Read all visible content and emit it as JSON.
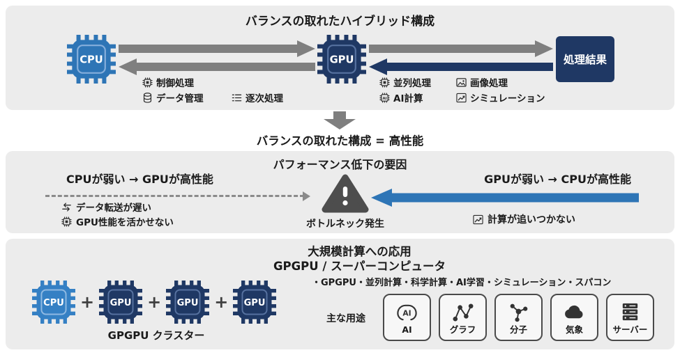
{
  "colors": {
    "panel_bg": "#ececec",
    "cpu_blue": "#2e75b6",
    "gpu_navy": "#1f3864",
    "arrow_gray": "#7f7f7f",
    "arrow_blue": "#2e75b6",
    "warning_gray": "#4d4d4d",
    "text": "#1a1a1a"
  },
  "hybrid_panel": {
    "title": "バランスの取れたハイブリッド構成",
    "cpu_chip": "CPU",
    "gpu_chip": "GPU",
    "result_box": "処理結果",
    "cpu_tasks": [
      {
        "icon": "chip-icon",
        "label": "制御処理"
      },
      {
        "icon": "database-icon",
        "label": "データ管理"
      },
      {
        "icon": "list-icon",
        "label": "逐次処理"
      }
    ],
    "gpu_tasks": [
      {
        "icon": "chip-icon",
        "label": "並列処理"
      },
      {
        "icon": "image-icon",
        "label": "画像処理"
      },
      {
        "icon": "ai-chip-icon",
        "label": "AI計算",
        "icon_text": "AI"
      },
      {
        "icon": "chart-icon",
        "label": "シミュレーション"
      }
    ]
  },
  "connector": {
    "caption": "バランスの取れた構成 = 高性能"
  },
  "bottleneck_panel": {
    "title": "パフォーマンス低下の要因",
    "left_heading": "CPUが弱い → GPUが高性能",
    "right_heading": "GPUが弱い → CPUが高性能",
    "warning_mark": "!",
    "bottleneck_label": "ボトルネック発生",
    "left_notes": [
      {
        "icon": "swap-icon",
        "label": "データ転送が遅い"
      },
      {
        "icon": "chip-icon",
        "label": "GPU性能を活かせない"
      }
    ],
    "right_notes": [
      {
        "icon": "chart-icon",
        "label": "計算が追いつかない"
      }
    ]
  },
  "hpc_panel": {
    "title_line1": "大規模計算への応用",
    "title_line2": "GPGPU / スーパーコンピュータ",
    "bullet_line": "・GPGPU・並列計算・科学計算・AI学習・シミュレーション・スパコン",
    "plus_sign": "+",
    "cluster_chips": [
      "CPU",
      "GPU",
      "GPU",
      "GPU"
    ],
    "cluster_label": "GPGPU クラスター",
    "usage_label": "主な用途",
    "usages": [
      {
        "icon": "ai-brain-icon",
        "label": "AI",
        "icon_text": "AI"
      },
      {
        "icon": "graph-icon",
        "label": "グラフ"
      },
      {
        "icon": "molecule-icon",
        "label": "分子"
      },
      {
        "icon": "cloud-icon",
        "label": "気象"
      },
      {
        "icon": "server-icon",
        "label": "サーバー"
      }
    ]
  }
}
